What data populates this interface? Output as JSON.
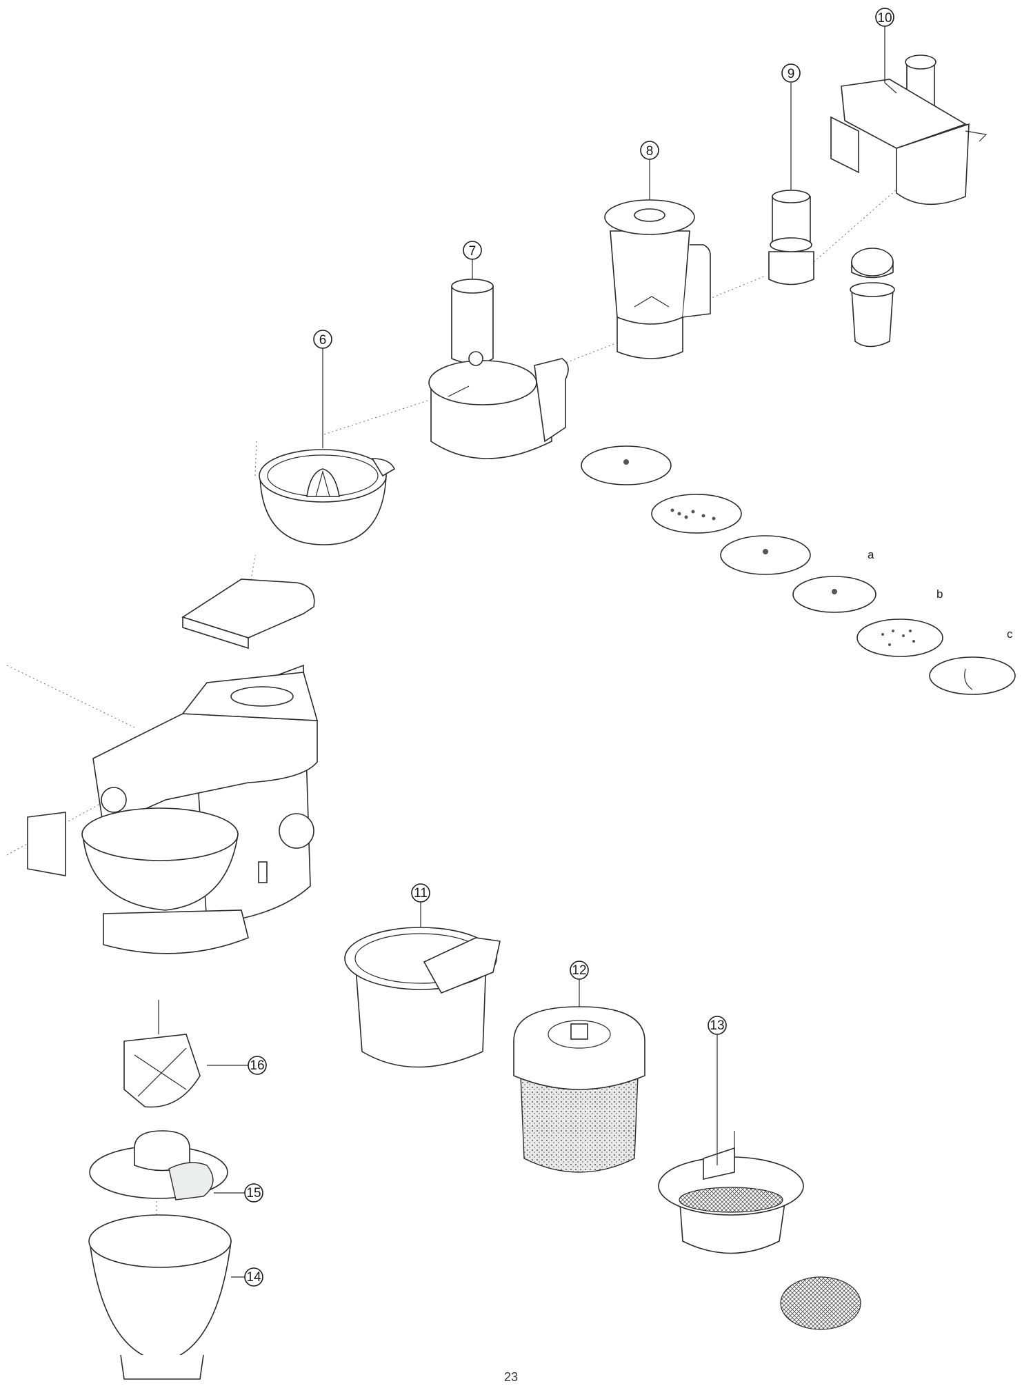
{
  "callouts": {
    "c6": "6",
    "c7": "7",
    "c8": "8",
    "c9": "9",
    "c10": "10",
    "c11": "11",
    "c12": "12",
    "c13": "13",
    "c14": "14",
    "c15": "15",
    "c16": "16"
  },
  "disc_labels": {
    "a": "a",
    "b": "b",
    "c": "c"
  },
  "page_number": "23"
}
